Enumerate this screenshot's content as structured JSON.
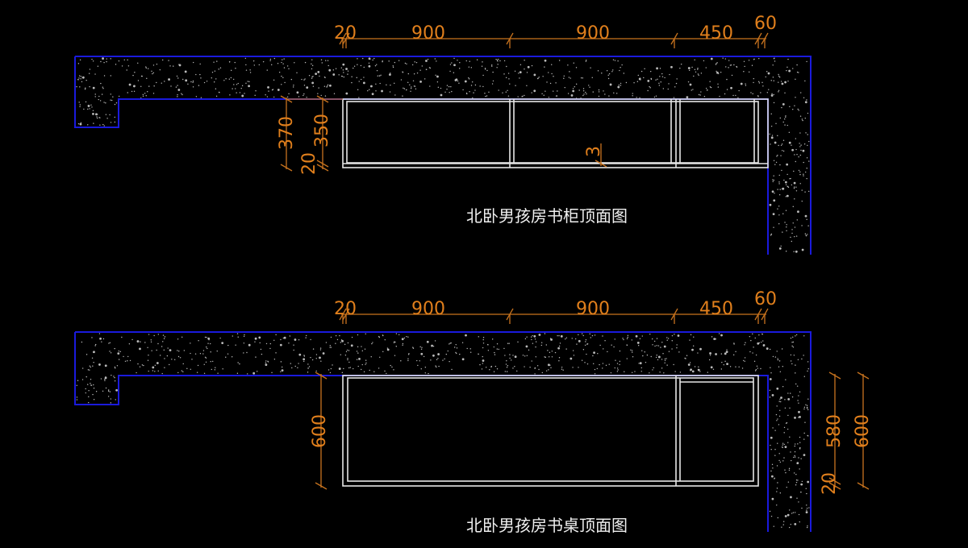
{
  "drawings": [
    {
      "caption": "北卧男孩房书柜顶面图",
      "top_dims": [
        "20",
        "900",
        "900",
        "450",
        "60"
      ],
      "side_dims": {
        "overall_depth": "370",
        "depth": "350",
        "back": "20",
        "gap": "3"
      }
    },
    {
      "caption": "北卧男孩房书桌顶面图",
      "top_dims": [
        "20",
        "900",
        "900",
        "450",
        "60"
      ],
      "side_dims": {
        "left_depth": "600",
        "inner_depth": "580",
        "back": "20",
        "overall_depth": "600"
      }
    }
  ],
  "colors": {
    "background": "#000000",
    "wall": "#1a1adc",
    "dimension": "#e07f1c",
    "furniture": "#e6e6e6"
  }
}
